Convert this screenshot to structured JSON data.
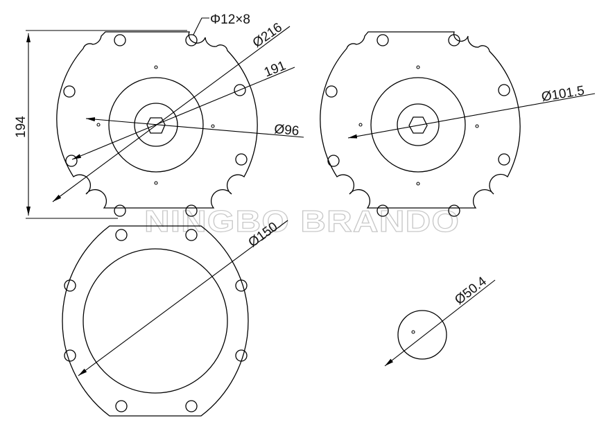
{
  "watermark": "NINGBO BRANDO",
  "colors": {
    "line": "#000000",
    "watermark": "#c8c8c8",
    "background": "#ffffff"
  },
  "dimensions": {
    "holes": "Φ12×8",
    "outer_diameter": "Ø216",
    "bolt_circle": "191",
    "height": "194",
    "inner_diameter": "Ø96",
    "plate2_diameter": "Ø101.5",
    "gasket_diameter": "Ø150",
    "disc_diameter": "Ø50.4"
  }
}
